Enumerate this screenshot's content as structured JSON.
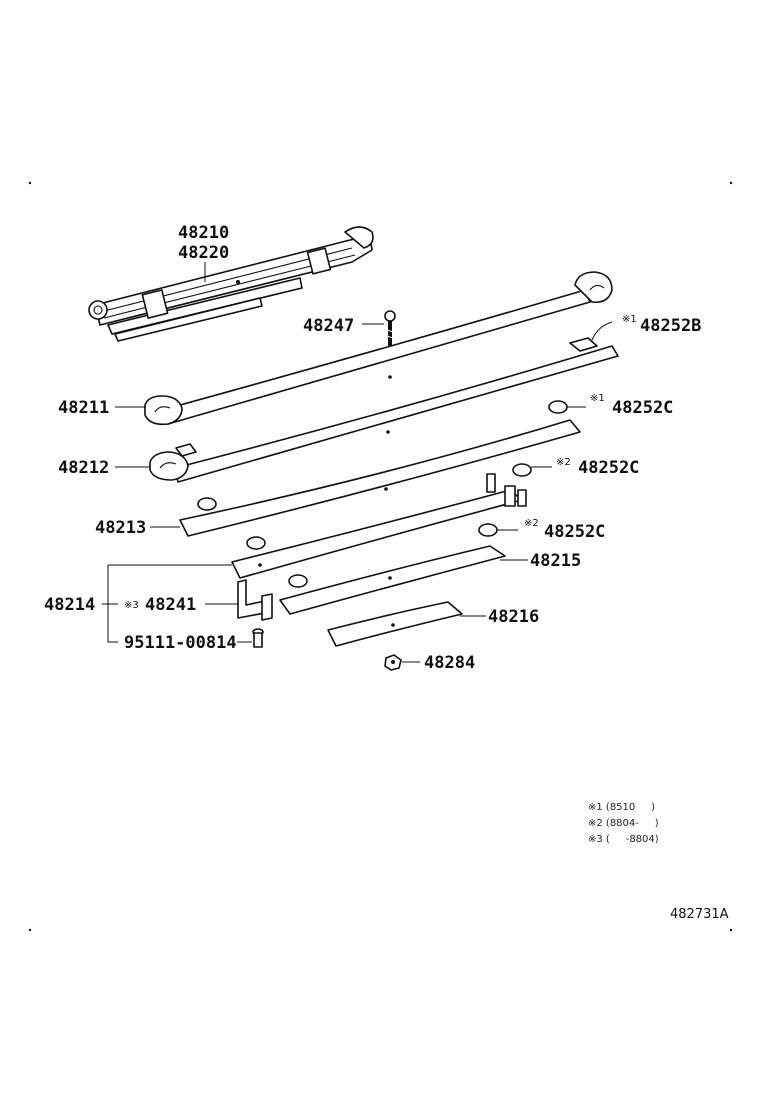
{
  "parts": {
    "p48210": "48210",
    "p48220": "48220",
    "p48247": "48247",
    "p48252B": "48252B",
    "p48211": "48211",
    "p48252C_1": "48252C",
    "p48212": "48212",
    "p48252C_2": "48252C",
    "p48213": "48213",
    "p48252C_3": "48252C",
    "p48215": "48215",
    "p48214": "48214",
    "p48241": "48241",
    "p48216": "48216",
    "p95111": "95111-00814",
    "p48284": "48284"
  },
  "marks": {
    "m1a": "※1",
    "m1b": "※1",
    "m2a": "※2",
    "m2b": "※2",
    "m3": "※3"
  },
  "notes": [
    "※1 (8510     )",
    "※2 (8804-     )",
    "※3 (     -8804)"
  ],
  "figure_code": "482731A"
}
